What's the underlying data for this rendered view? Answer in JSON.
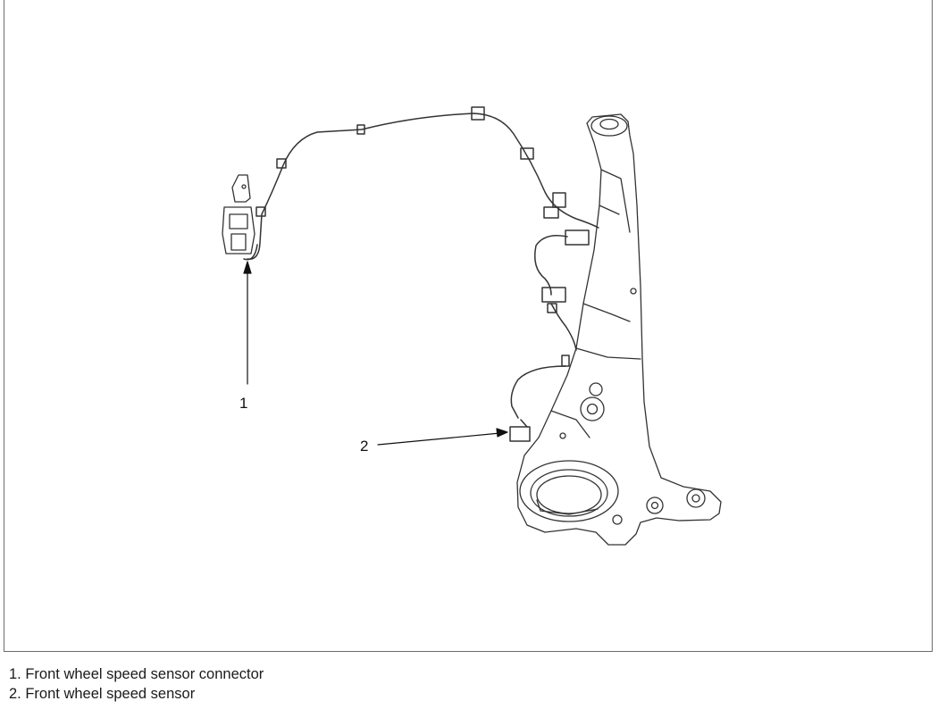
{
  "callouts": [
    {
      "number": "1"
    },
    {
      "number": "2"
    }
  ],
  "legend": [
    {
      "text": "1. Front wheel speed sensor connector"
    },
    {
      "text": "2. Front wheel speed sensor"
    }
  ]
}
